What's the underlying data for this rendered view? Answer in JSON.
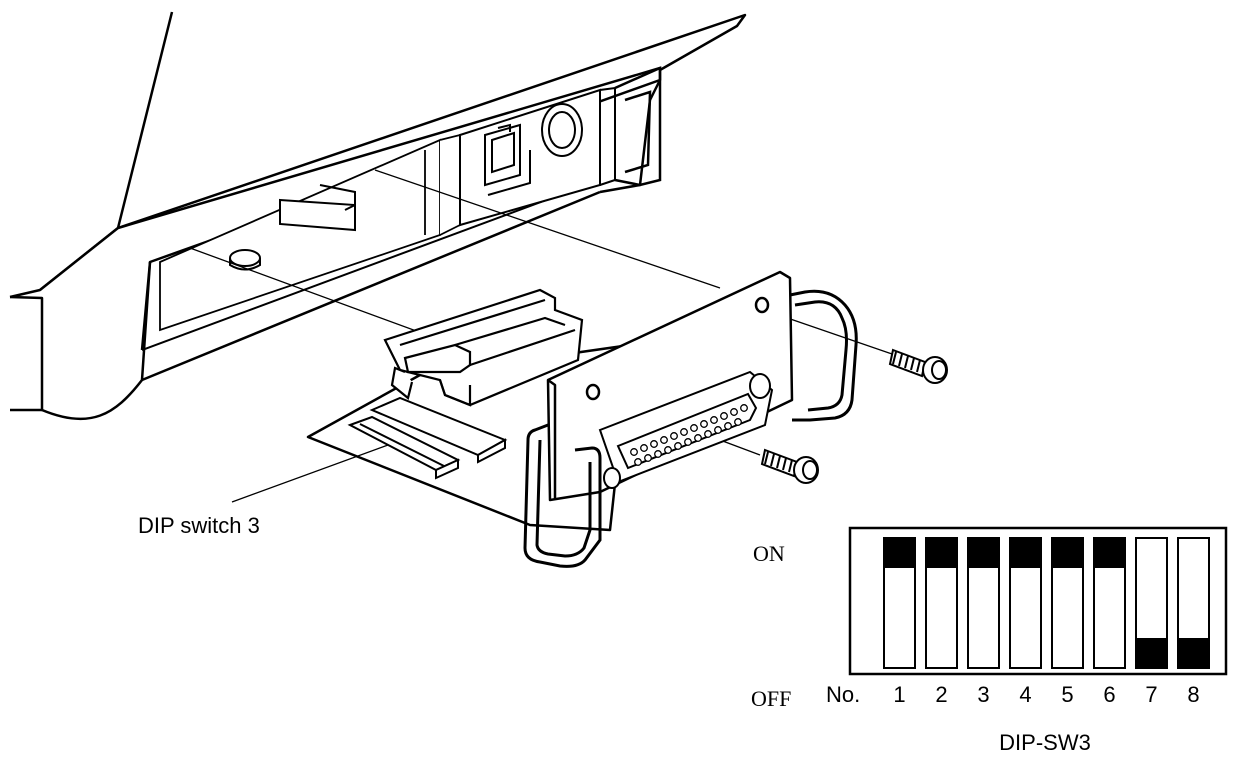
{
  "callout": {
    "label": "DIP switch 3"
  },
  "dip_switch": {
    "title": "DIP-SW3",
    "on_label": "ON",
    "off_label": "OFF",
    "number_prefix": "No.",
    "switches": [
      {
        "number": "1",
        "state": "ON"
      },
      {
        "number": "2",
        "state": "ON"
      },
      {
        "number": "3",
        "state": "ON"
      },
      {
        "number": "4",
        "state": "ON"
      },
      {
        "number": "5",
        "state": "ON"
      },
      {
        "number": "6",
        "state": "ON"
      },
      {
        "number": "7",
        "state": "OFF"
      },
      {
        "number": "8",
        "state": "OFF"
      }
    ]
  }
}
